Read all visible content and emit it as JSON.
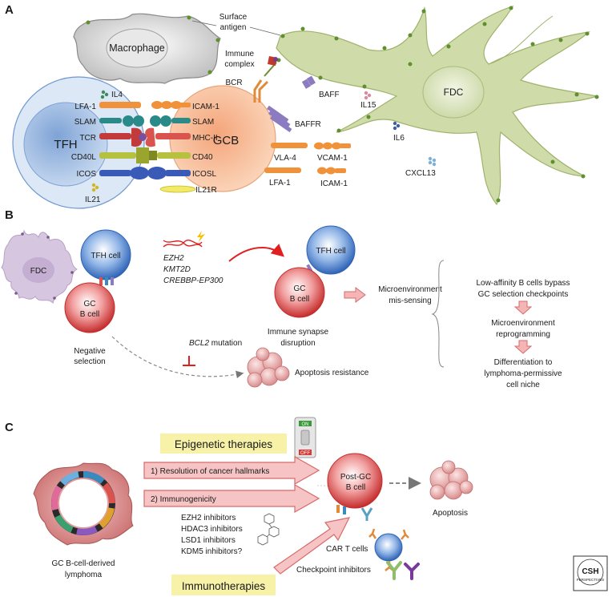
{
  "panelA": {
    "letter": "A",
    "macrophage": "Macrophage",
    "surface_antigen": [
      "Surface",
      "antigen"
    ],
    "immune_complex": [
      "Immune",
      "complex"
    ],
    "fdc": "FDC",
    "tfh": "TFH",
    "gcb": "GCB",
    "bcr": "BCR",
    "il4": "IL4",
    "il21": "IL21",
    "il15": "IL15",
    "il6": "IL6",
    "cxcl13": "CXCL13",
    "baff": "BAFF",
    "baffr": "BAFFR",
    "tfh_receptors": [
      "LFA-1",
      "SLAM",
      "TCR",
      "CD40L",
      "ICOS"
    ],
    "gcb_receptors": [
      "ICAM-1",
      "SLAM",
      "MHC-II",
      "CD40",
      "ICOSL",
      "IL21R"
    ],
    "vla4": "VLA-4",
    "vcam1": "VCAM-1",
    "lfa1_fdc": "LFA-1",
    "icam1_fdc": "ICAM-1"
  },
  "panelB": {
    "letter": "B",
    "fdc": "FDC",
    "tfh_cell": "TFH cell",
    "gc_bcell": [
      "GC",
      "B cell"
    ],
    "negative_selection": [
      "Negative",
      "selection"
    ],
    "mutations": [
      "EZH2",
      "KMT2D",
      "CREBBP-EP300"
    ],
    "bcl2_gene": "BCL2",
    "bcl2_suffix": " mutation",
    "synapse": [
      "Immune synapse",
      "disruption"
    ],
    "microenv_missensing": [
      "Microenvironment",
      "mis-sensing"
    ],
    "apoptosis_resistance": "Apoptosis resistance",
    "bypass": [
      "Low-affinity B cells bypass",
      "GC selection checkpoints"
    ],
    "reprogramming": [
      "Microenvironment",
      "reprogramming"
    ],
    "niche": [
      "Differentiation to",
      "lymphoma-permissive",
      "cell niche"
    ]
  },
  "panelC": {
    "letter": "C",
    "epigenetic_therapies": "Epigenetic therapies",
    "switch_on": "ON",
    "switch_off": "OFF",
    "arrow1": "1) Resolution of cancer hallmarks",
    "arrow2": "2) Immunogenicity",
    "inhibitors": [
      "EZH2 inhibitors",
      "HDAC3 inhibitors",
      "LSD1 inhibitors",
      "KDM5 inhibitors?"
    ],
    "lymphoma": [
      "GC B-cell-derived",
      "lymphoma"
    ],
    "post_gc": [
      "Post-GC",
      "B cell"
    ],
    "apoptosis": "Apoptosis",
    "car_t": "CAR T cells",
    "checkpoint": "Checkpoint inhibitors",
    "immunotherapies": "Immunotherapies",
    "logo": [
      "CSH",
      "PERSPECTIVES"
    ]
  },
  "colors": {
    "fdc_green": "#cfdcaa",
    "tfh_blue": "#c9daf0",
    "gcb_orange": "#f8c8a6",
    "red_cell": "#d9413a",
    "highlight_yellow": "#f7f2a8",
    "arrow_red": "#e8868a"
  }
}
